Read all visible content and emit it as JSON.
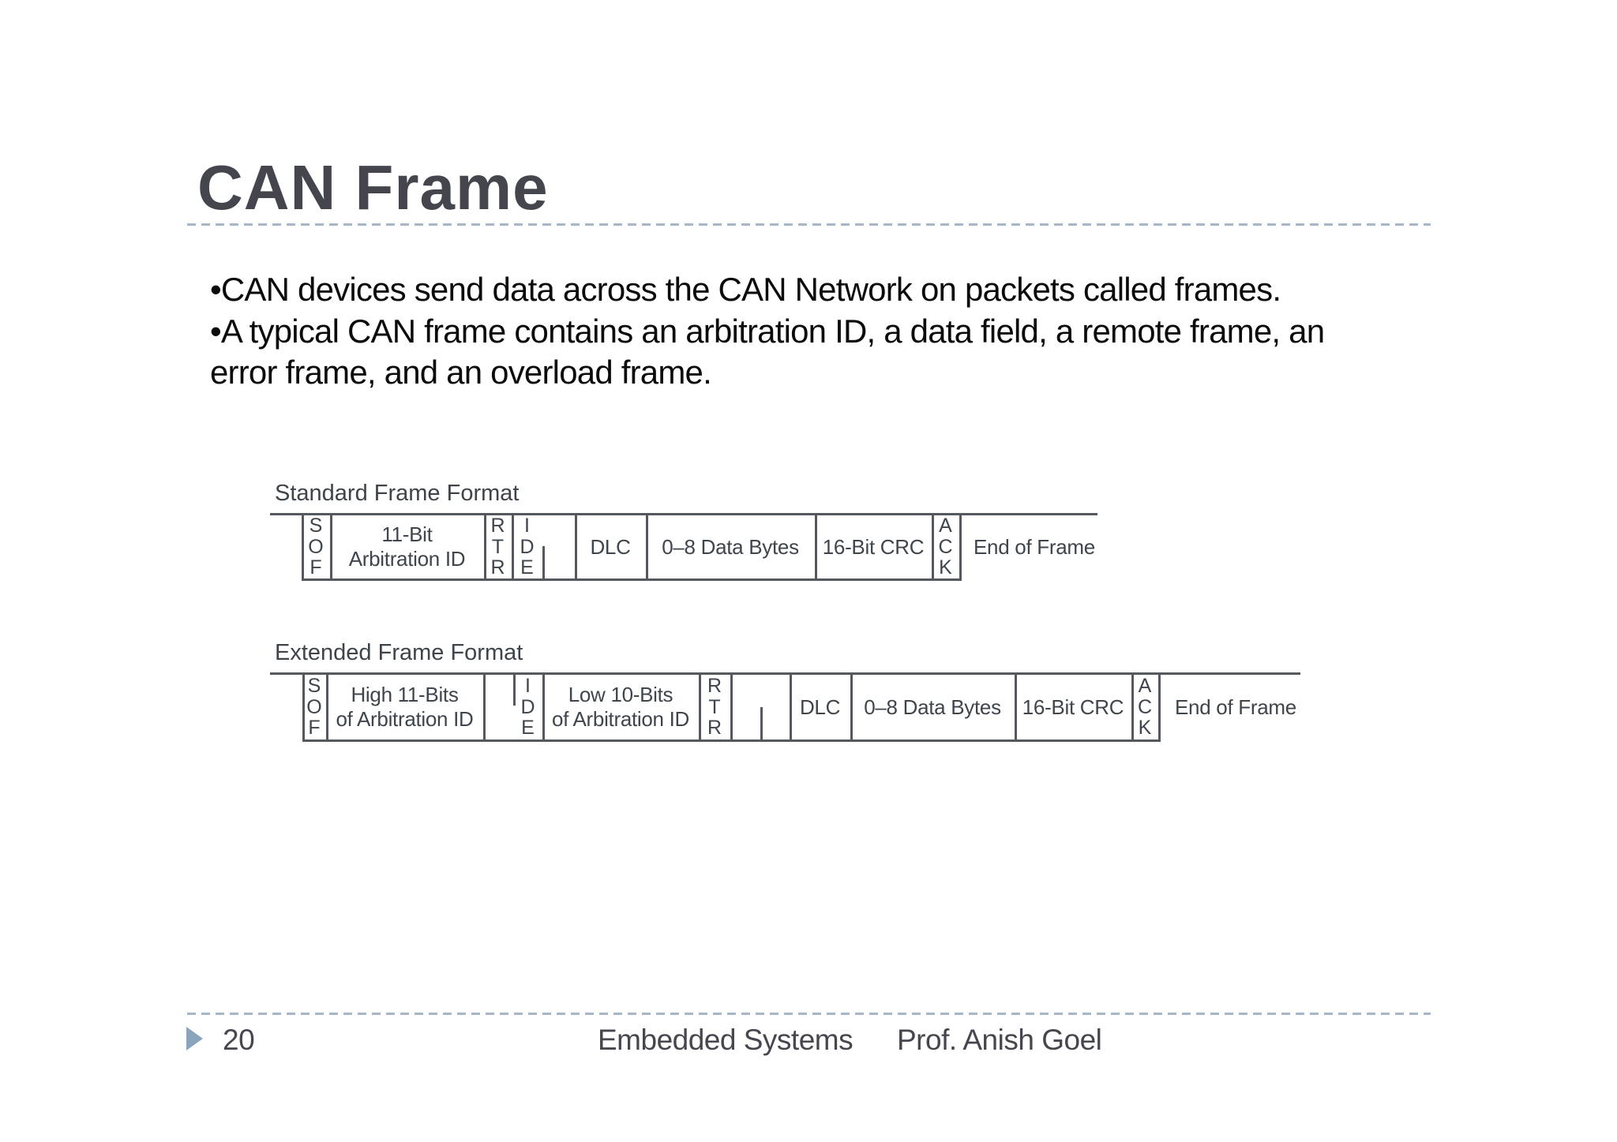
{
  "slide": {
    "title": "CAN Frame",
    "bullet_lines": [
      "•CAN devices send data across the CAN Network on packets called frames.",
      "•A typical CAN frame contains an arbitration ID, a data field, a remote frame, an",
      "error frame, and an overload frame."
    ],
    "footer": {
      "page_number": "20",
      "course": "Embedded Systems",
      "author": "Prof. Anish Goel"
    }
  },
  "diagrams": {
    "standard": {
      "label": "Standard Frame Format",
      "cells": {
        "sof": "SOF",
        "arbitration": {
          "line1": "11-Bit",
          "line2": "Arbitration ID"
        },
        "rtr": "RTR",
        "ide": "IDE",
        "dlc": "DLC",
        "data_bytes": "0–8 Data Bytes",
        "crc": "16-Bit CRC",
        "ack": "ACK",
        "end_of_frame": "End of Frame"
      }
    },
    "extended": {
      "label": "Extended Frame Format",
      "cells": {
        "sof": "SOF",
        "arbitration_high": {
          "line1": "High 11-Bits",
          "line2": "of Arbitration ID"
        },
        "ide": "IDE",
        "arbitration_low": {
          "line1": "Low 10-Bits",
          "line2": "of Arbitration ID"
        },
        "rtr": "RTR",
        "dlc": "DLC",
        "data_bytes": "0–8 Data Bytes",
        "crc": "16-Bit CRC",
        "ack": "ACK",
        "end_of_frame": "End of Frame"
      }
    }
  },
  "colors": {
    "title_text": "#45454e",
    "body_text": "#0b0b0b",
    "diagram_ink": "#55595f",
    "accent_dash": "#a6b8c8",
    "footer_marker": "#8aa4bc"
  }
}
